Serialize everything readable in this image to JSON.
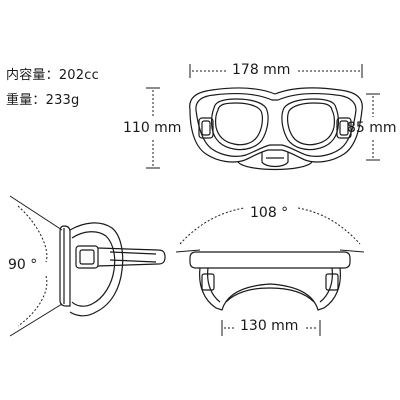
{
  "specs": [
    {
      "label": "内容量",
      "sep": "：",
      "value": "202cc"
    },
    {
      "label": "重量",
      "sep": "：",
      "value": "233g"
    }
  ],
  "dimensions": {
    "width": "178 mm",
    "height_total": "110 mm",
    "height_lens": "85 mm",
    "side_angle": "90 °",
    "view_angle": "108 °",
    "strap_width": "130 mm"
  }
}
